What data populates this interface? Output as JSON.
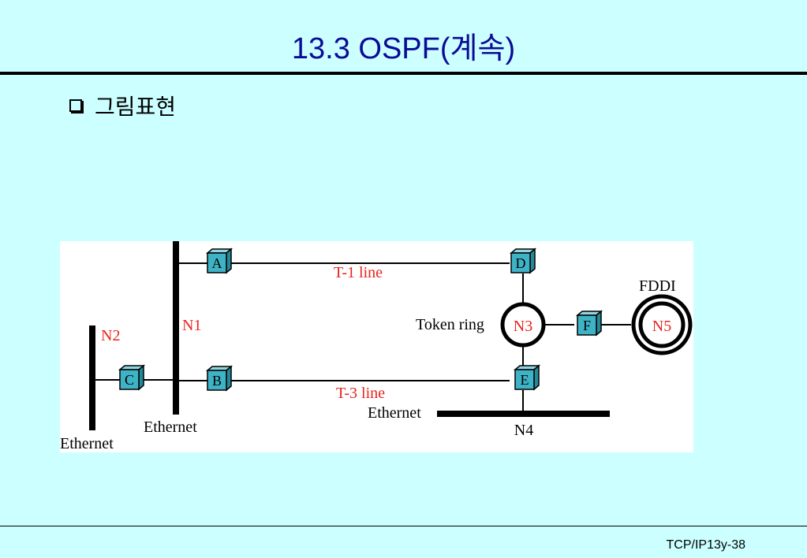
{
  "slide": {
    "title": "13.3 OSPF(계속)",
    "bullet": "그림표현",
    "footer": "TCP/IP13y-38"
  },
  "diagram": {
    "routers": {
      "A": "A",
      "B": "B",
      "C": "C",
      "D": "D",
      "E": "E",
      "F": "F"
    },
    "networks": {
      "N1": "N1",
      "N2": "N2",
      "N3": "N3",
      "N4": "N4",
      "N5": "N5"
    },
    "links": {
      "t1": "T-1 line",
      "t3": "T-3 line"
    },
    "labels": {
      "ethernet_n1": "Ethernet",
      "ethernet_n2": "Ethernet",
      "ethernet_n4": "Ethernet",
      "token_ring": "Token ring",
      "fddi": "FDDI"
    },
    "colors": {
      "router_fill": "#3fb3c6",
      "network_label": "#e8231d",
      "line": "#000000",
      "title": "#0b0b96",
      "background": "#ccffff"
    }
  }
}
